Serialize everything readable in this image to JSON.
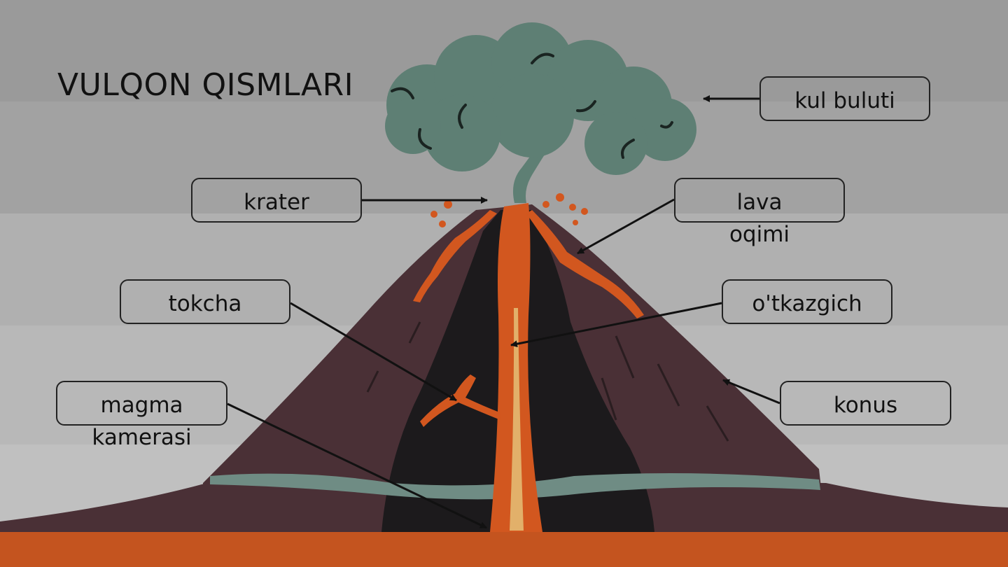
{
  "title": "VULQON QISMLARI",
  "colors": {
    "cloud": "#5e7f74",
    "mountain": "#4a3036",
    "inner": "#1c1a1c",
    "lava": "#d2571f",
    "ground": "#c4541f",
    "rock_band": "#6f8c84"
  },
  "labels": {
    "kul_buluti": "kul buluti",
    "krater": "krater",
    "lava_oqimi": "lava oqimi",
    "tokcha": "tokcha",
    "otkazgich": "o'tkazgich",
    "magma_kamerasi": "magma kamerasi",
    "konus": "konus"
  }
}
